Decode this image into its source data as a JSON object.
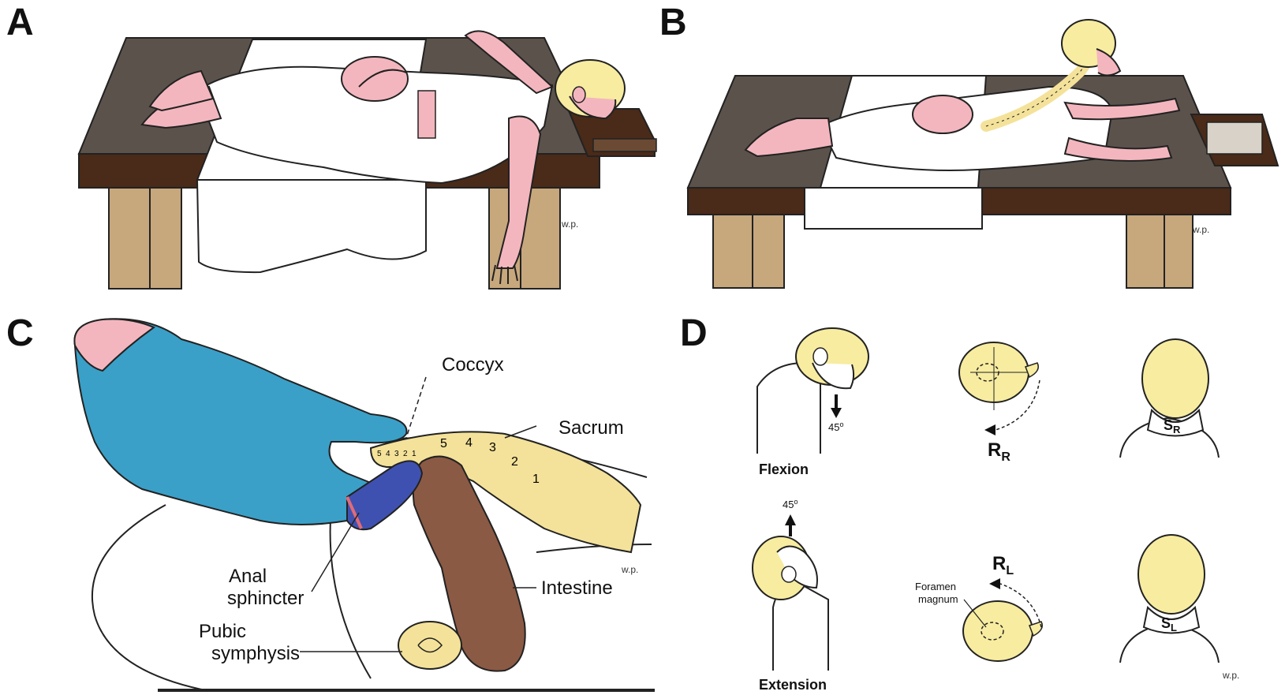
{
  "panels": {
    "a": {
      "letter": "A"
    },
    "b": {
      "letter": "B"
    },
    "c": {
      "letter": "C",
      "labels": {
        "coccyx": "Coccyx",
        "sacrum": "Sacrum",
        "anal_1": "Anal",
        "anal_2": "sphincter",
        "intestine": "Intestine",
        "pubic_1": "Pubic",
        "pubic_2": "symphysis"
      },
      "vertebra_numbers": [
        "5",
        "4",
        "3",
        "2",
        "1"
      ],
      "coccyx_numbers": [
        "5",
        "4",
        "3",
        "2",
        "1"
      ]
    },
    "d": {
      "letter": "D",
      "flexion": "Flexion",
      "extension": "Extension",
      "angle_down": "45",
      "angle_up": "45",
      "deg": "o",
      "rr_main": "R",
      "rr_sub": "R",
      "rl_main": "R",
      "rl_sub": "L",
      "sr_main": "S",
      "sr_sub": "R",
      "sl_main": "S",
      "sl_sub": "L",
      "foramen_1": "Foramen",
      "foramen_2": "magnum"
    }
  },
  "colors": {
    "table_top": "#5b524b",
    "table_edge": "#4a2a18",
    "leg": "#c7a77c",
    "skin": "#f4b6be",
    "hair": "#f7eca0",
    "glove": "#3aa0c8",
    "finger_cot": "#3f51b0",
    "intestine": "#8b5a44",
    "bone": "#f4e29a"
  }
}
